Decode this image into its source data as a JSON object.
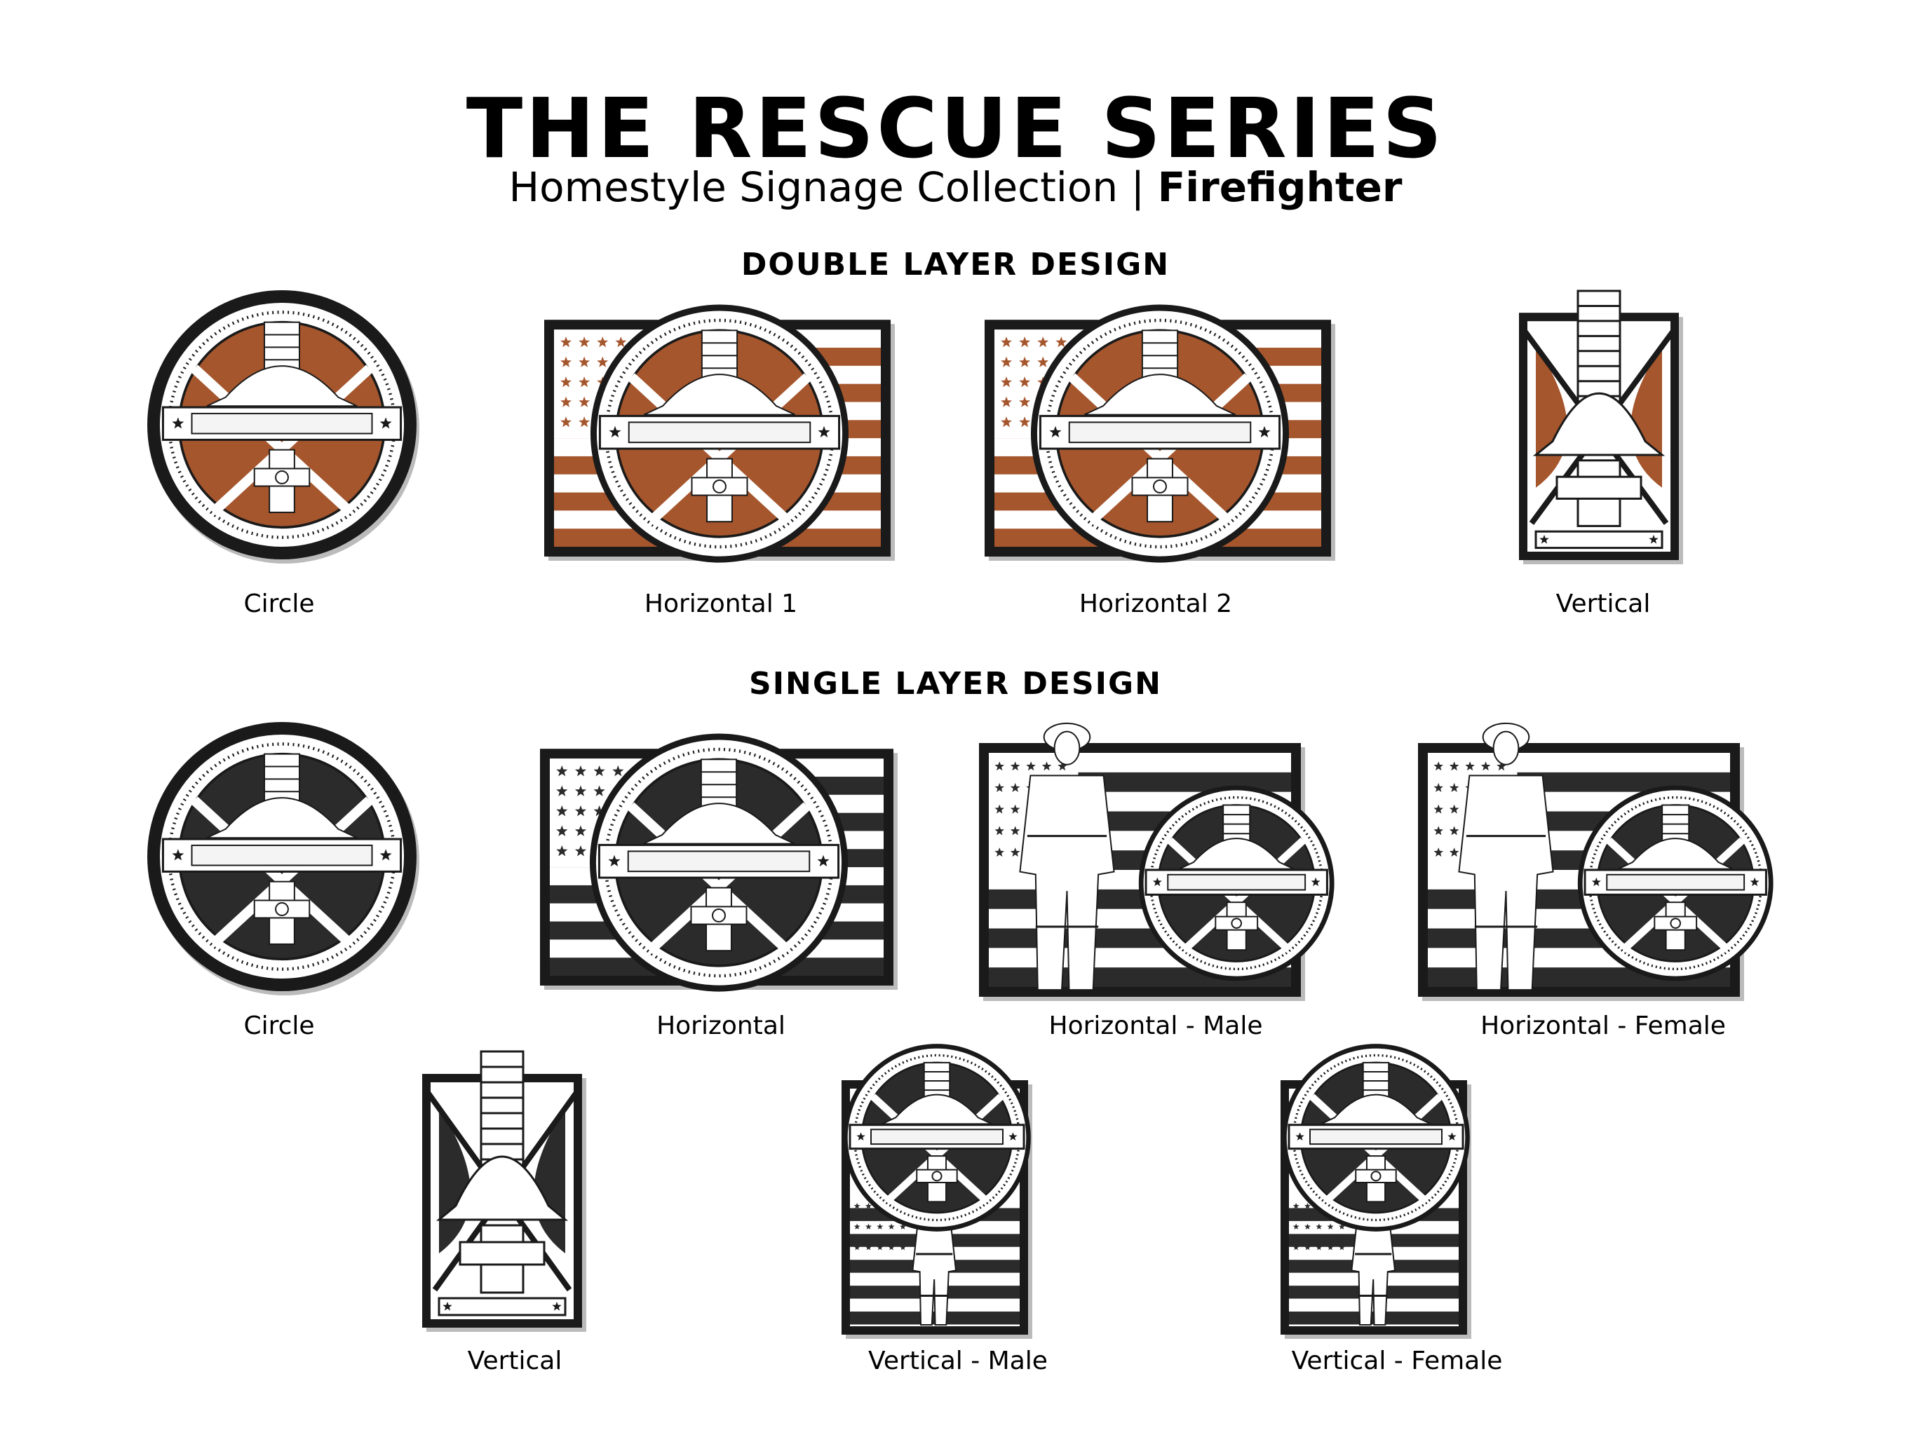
{
  "header": {
    "title": "THE RESCUE SERIES",
    "subtitle_main": "Homestyle Signage Collection | ",
    "subtitle_bold": "Firefighter"
  },
  "sections": {
    "double": {
      "heading": "DOUBLE LAYER DESIGN",
      "items": [
        {
          "label": "Circle",
          "shape": "circle"
        },
        {
          "label": "Horizontal 1",
          "shape": "horizontal-flag"
        },
        {
          "label": "Horizontal 2",
          "shape": "horizontal-flag"
        },
        {
          "label": "Vertical",
          "shape": "vertical-ladder"
        }
      ]
    },
    "single": {
      "heading": "SINGLE LAYER DESIGN",
      "items": [
        {
          "label": "Circle",
          "shape": "circle"
        },
        {
          "label": "Horizontal",
          "shape": "horizontal-flag"
        },
        {
          "label": "Horizontal - Male",
          "shape": "horizontal-figure"
        },
        {
          "label": "Horizontal  - Female",
          "shape": "horizontal-figure"
        },
        {
          "label": "Vertical",
          "shape": "vertical-ladder"
        },
        {
          "label": "Vertical - Male",
          "shape": "vertical-figure"
        },
        {
          "label": "Vertical - Female",
          "shape": "vertical-figure"
        }
      ]
    }
  },
  "colors": {
    "wood": "#a5562d",
    "wood_dark": "#7a3c1c",
    "frame": "#1a1a1a",
    "panel": "#f2f2f2",
    "dark_panel": "#2b2b2b"
  }
}
